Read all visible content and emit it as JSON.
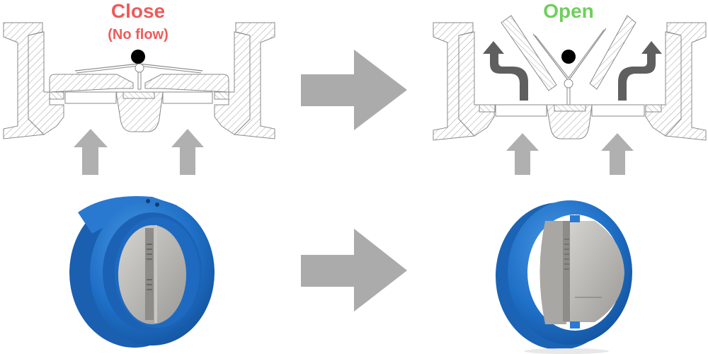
{
  "closed_state": {
    "title": "Close",
    "subtitle": "(No flow)",
    "color": "#ef5a5a"
  },
  "open_state": {
    "title": "Open",
    "color": "#6dd05a"
  },
  "colors": {
    "hatch_stroke": "#9a9a9a",
    "inlet_arrow": "#b0b0b0",
    "outlet_arrow": "#5f5f5f",
    "transition_arrow": "#ababab",
    "valve_body_blue": "#1f72c8",
    "valve_body_blue_light": "#3a8ee0",
    "disc_steel": "#b8b6b2",
    "pivot_dot": "#000000"
  },
  "panels": [
    {
      "id": "closed-diagram",
      "label": "Close"
    },
    {
      "id": "open-diagram",
      "label": "Open"
    },
    {
      "id": "closed-photo",
      "label": "closed dual-plate check valve"
    },
    {
      "id": "open-photo",
      "label": "open dual-plate check valve"
    }
  ]
}
